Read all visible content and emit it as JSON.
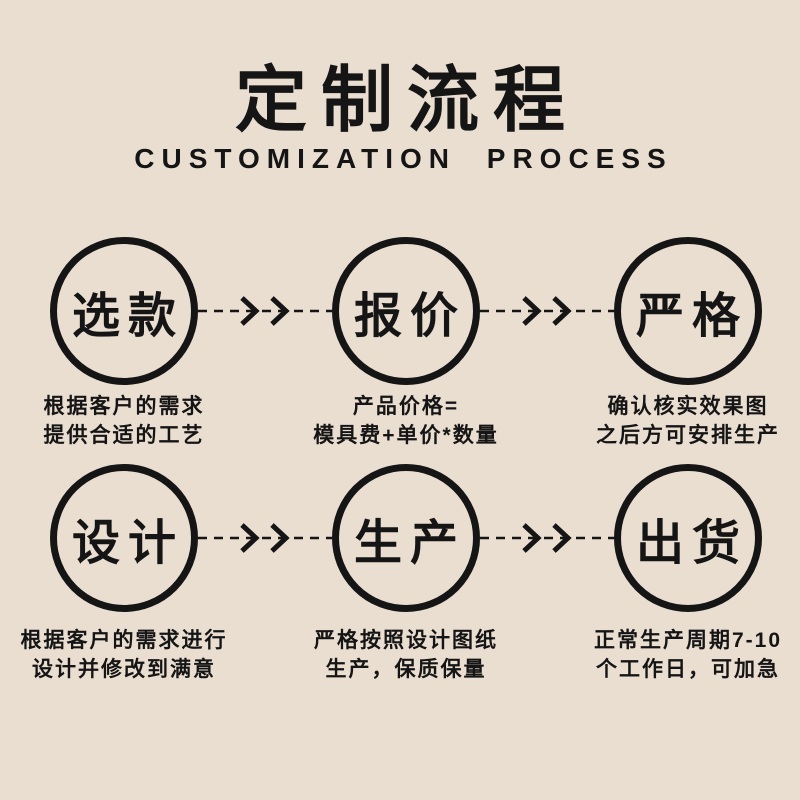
{
  "colors": {
    "background": "#eaded1",
    "ink": "#151515"
  },
  "header": {
    "title": "定制流程",
    "subtitle": "CUSTOMIZATION PROCESS"
  },
  "steps": [
    {
      "label": "选款",
      "desc_line1": "根据客户的需求",
      "desc_line2": "提供合适的工艺"
    },
    {
      "label": "报价",
      "desc_line1": "产品价格=",
      "desc_line2": "模具费+单价*数量"
    },
    {
      "label": "严格",
      "desc_line1": "确认核实效果图",
      "desc_line2": "之后方可安排生产"
    },
    {
      "label": "设计",
      "desc_line1": "根据客户的需求进行",
      "desc_line2": "设计并修改到满意"
    },
    {
      "label": "生产",
      "desc_line1": "严格按照设计图纸",
      "desc_line2": "生产，保质保量"
    },
    {
      "label": "出货",
      "desc_line1": "正常生产周期7-10",
      "desc_line2": "个工作日，可加急"
    }
  ]
}
